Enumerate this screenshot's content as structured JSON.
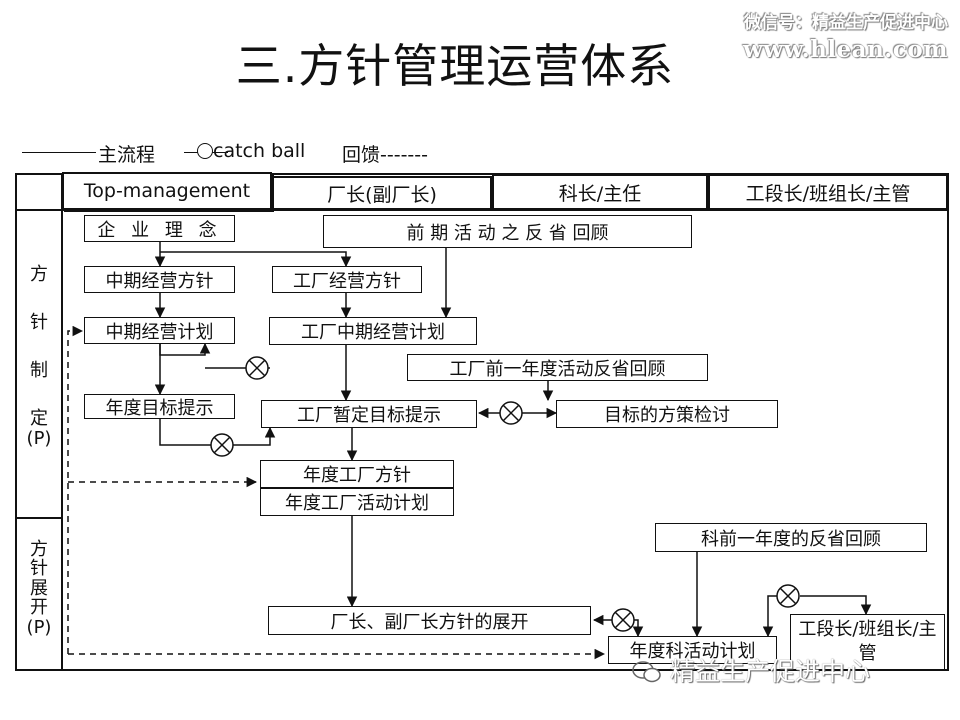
{
  "title": "三.方针管理运营体系",
  "watermark": {
    "line1": "微信号：精益生产促进中心",
    "line2": "www.hlean.com",
    "bottom": "精益生产促进中心"
  },
  "legend": {
    "main_flow": "主流程",
    "catch_ball": "catch ball",
    "feedback": "回馈-------"
  },
  "columns": [
    "Top-management",
    "厂长(副厂长)",
    "科长/主任",
    "工段长/班组长/主管"
  ],
  "phases": {
    "plan": [
      "方",
      "针",
      "制",
      "定",
      "(P)"
    ],
    "deploy": [
      "方",
      "针",
      "展",
      "开",
      "(P)"
    ]
  },
  "boxes": {
    "philosophy": "企 业 理 念",
    "prior_review": "前 期 活 动 之 反 省 回顾",
    "mid_policy": "中期经营方针",
    "factory_policy": "工厂经营方针",
    "mid_plan": "中期经营计划",
    "factory_mid_plan": "工厂中期经营计划",
    "factory_prev_review": "工厂前一年度活动反省回顾",
    "annual_target": "年度目标提示",
    "factory_temp_target": "工厂暂定目标提示",
    "target_measures": "目标的方策检讨",
    "annual_factory_policy": "年度工厂方针",
    "annual_factory_plan": "年度工厂活动计划",
    "section_prev_review": "科前一年度的反省回顾",
    "manager_policy_deploy": "厂长、副厂长方针的展开",
    "annual_section_plan": "年度科活动计划",
    "foreman_box": "工段长/班组长/主管"
  },
  "colors": {
    "line": "#111111",
    "background": "#ffffff"
  }
}
